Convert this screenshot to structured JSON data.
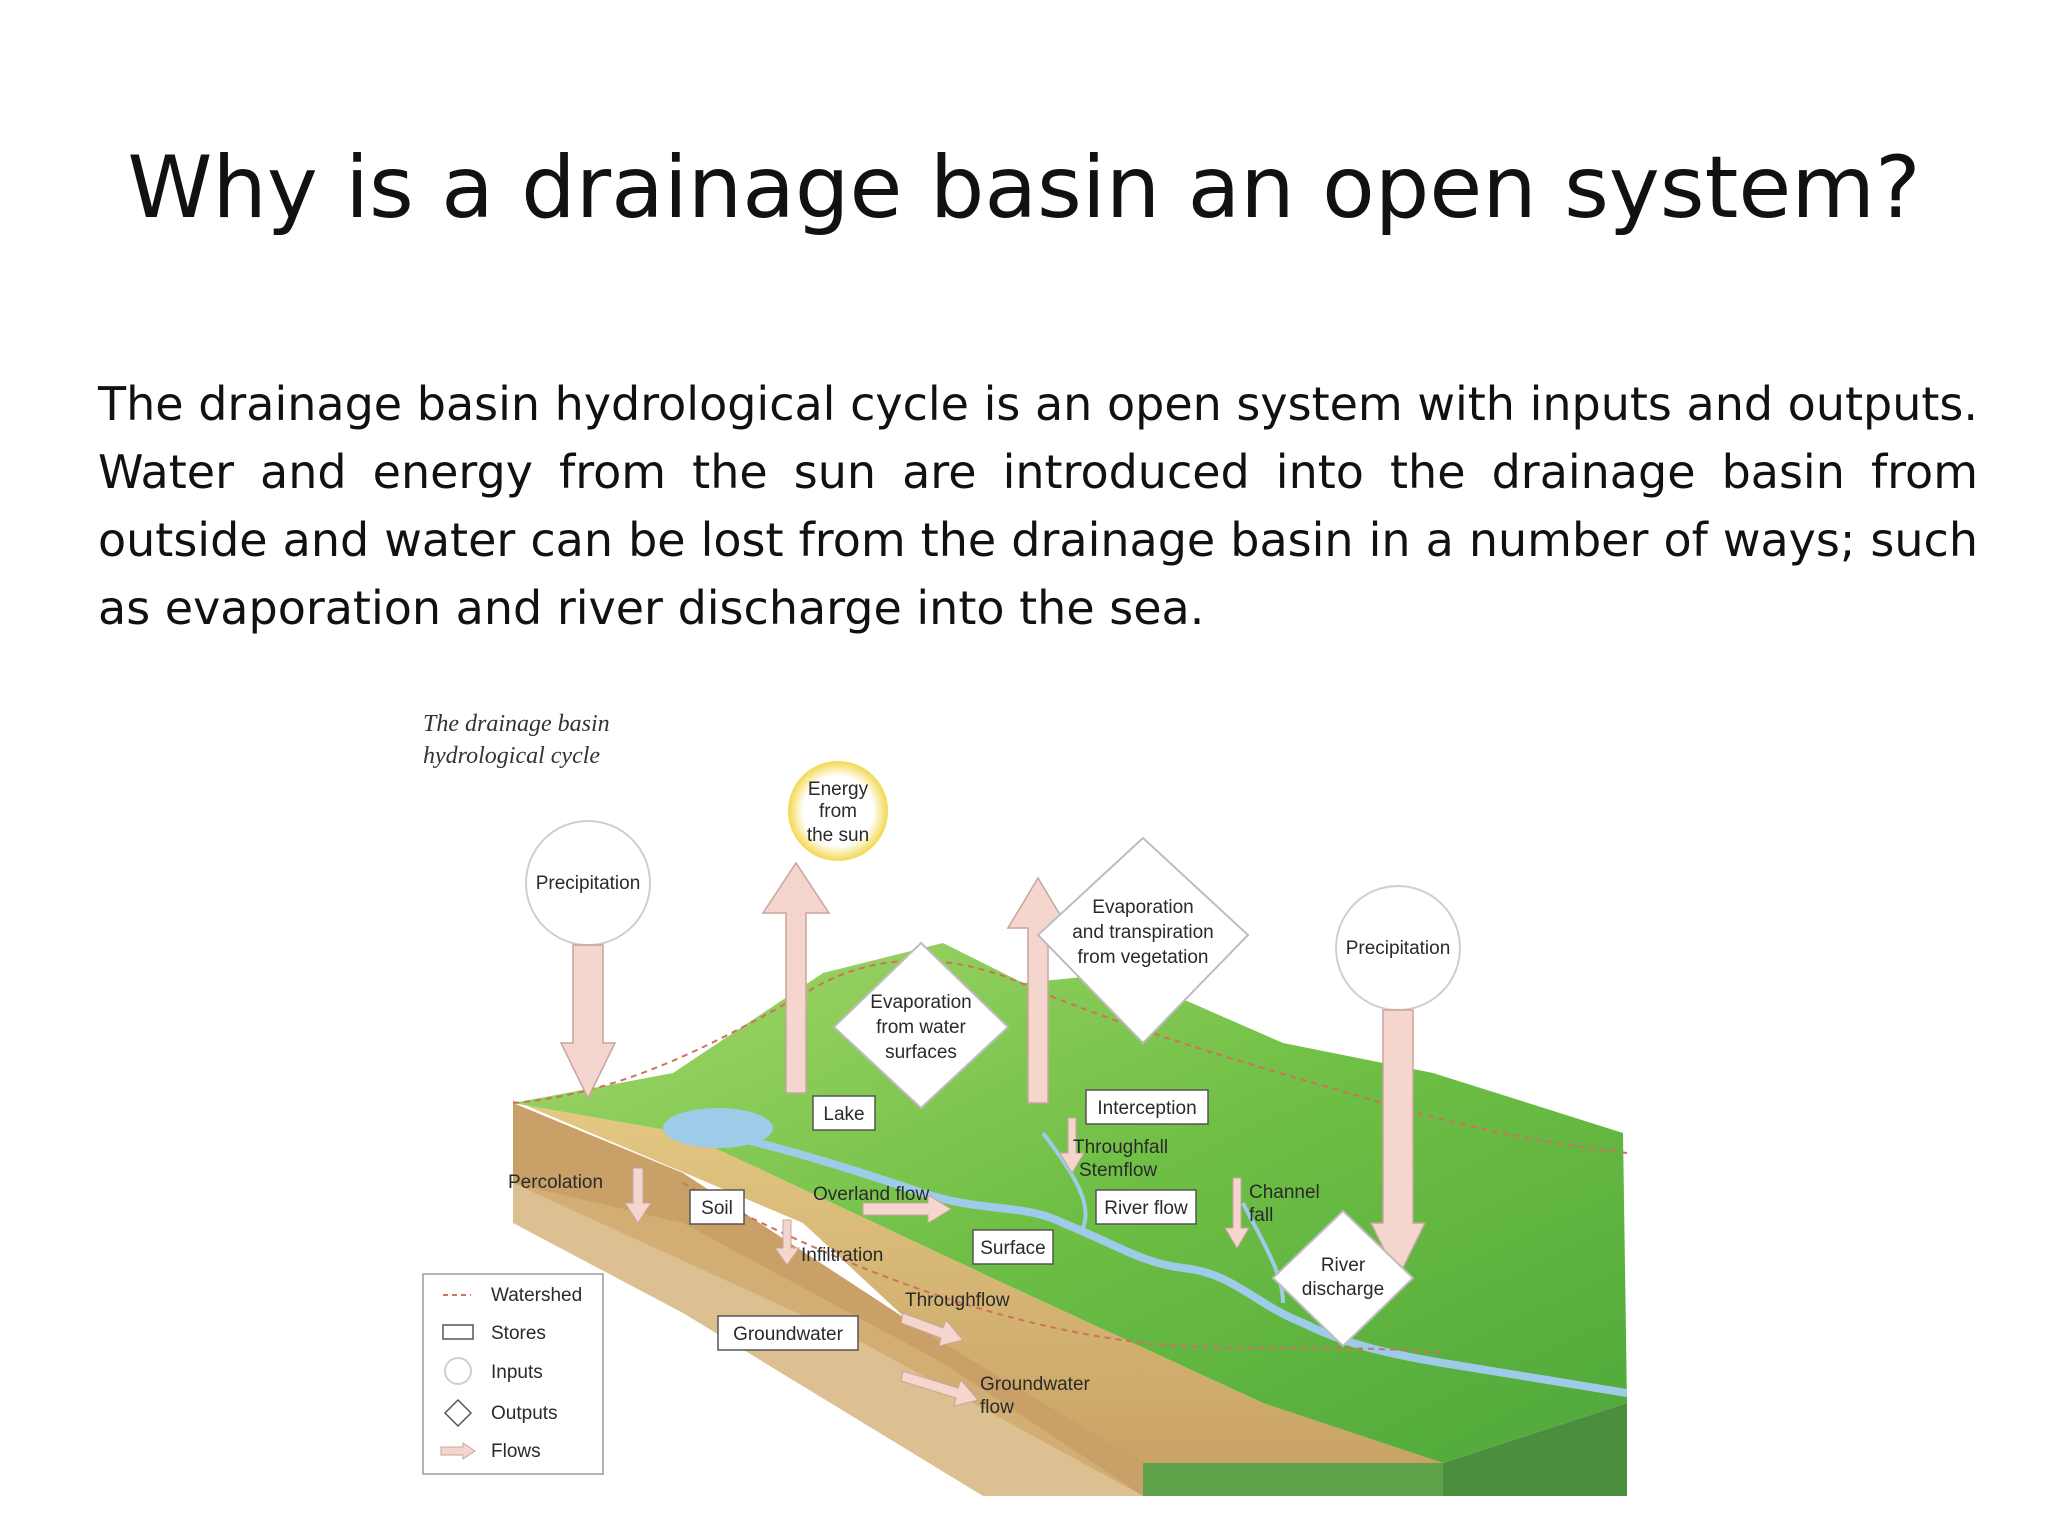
{
  "slide": {
    "title": "Why is a drainage basin an open system?",
    "body": "The drainage basin hydrological cycle is an open system with inputs and outputs. Water and energy from the sun are introduced into the drainage basin from outside and water can be lost from the drainage basin in a number of ways; such as evaporation and river discharge into the sea."
  },
  "diagram": {
    "caption_line1": "The drainage basin",
    "caption_line2": "hydrological cycle",
    "inputs": {
      "energy": [
        "Energy",
        "from",
        "the sun"
      ],
      "precip_left": "Precipitation",
      "precip_right": "Precipitation"
    },
    "outputs": {
      "evap_veg": [
        "Evaporation",
        "and transpiration",
        "from vegetation"
      ],
      "evap_water": [
        "Evaporation",
        "from water",
        "surfaces"
      ],
      "river_discharge": [
        "River",
        "discharge"
      ]
    },
    "stores": {
      "lake": "Lake",
      "interception": "Interception",
      "soil": "Soil",
      "river_flow": "River flow",
      "surface": "Surface",
      "groundwater": "Groundwater"
    },
    "flows": {
      "throughfall": "Throughfall",
      "stemflow": "Stemflow",
      "percolation": "Percolation",
      "overland_flow": "Overland flow",
      "channel": "Channel",
      "fall": "fall",
      "infiltration": "Infiltration",
      "throughflow": "Throughflow",
      "groundwater_flow1": "Groundwater",
      "groundwater_flow2": "flow"
    },
    "legend": {
      "watershed": "Watershed",
      "stores": "Stores",
      "inputs": "Inputs",
      "outputs": "Outputs",
      "flows": "Flows"
    },
    "colors": {
      "land_green": "#7cc34e",
      "soil_tan": "#d9b774",
      "water_blue": "#9ecbe8",
      "arrow_fill": "#f4d6cf",
      "sun_yellow": "#f6e27a"
    }
  }
}
